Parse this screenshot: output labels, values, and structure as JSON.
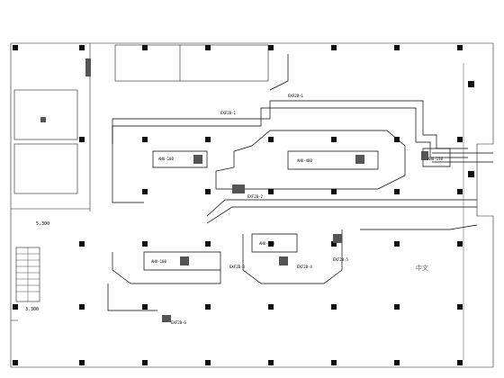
{
  "drawing": {
    "units": [
      {
        "id": "ahu-left-upper",
        "label": "AHU-100"
      },
      {
        "id": "ahu-mid-upper",
        "label": "AHU-400"
      },
      {
        "id": "ahu-right-upper",
        "label": "AHU-150"
      },
      {
        "id": "ahu-left-lower",
        "label": "AHU-100"
      },
      {
        "id": "ahu-mid-lower",
        "label": "AHU-200"
      }
    ],
    "tags": [
      {
        "id": "tag-exp1",
        "label": "EXP2B-1"
      },
      {
        "id": "tag-exf1",
        "label": "EXF2B-1"
      },
      {
        "id": "tag-exf2",
        "label": "EXF2B-2"
      },
      {
        "id": "tag-exf3",
        "label": "EXF2B-3"
      },
      {
        "id": "tag-exf4",
        "label": "EXF2B-4"
      },
      {
        "id": "tag-exf5",
        "label": "EXF2B-5"
      },
      {
        "id": "tag-exf6",
        "label": "EXF2B-6"
      }
    ],
    "level_marks": [
      {
        "id": "level-left",
        "label": "5.300"
      },
      {
        "id": "level-right",
        "label": "3.300"
      }
    ],
    "watermark": "中文"
  }
}
